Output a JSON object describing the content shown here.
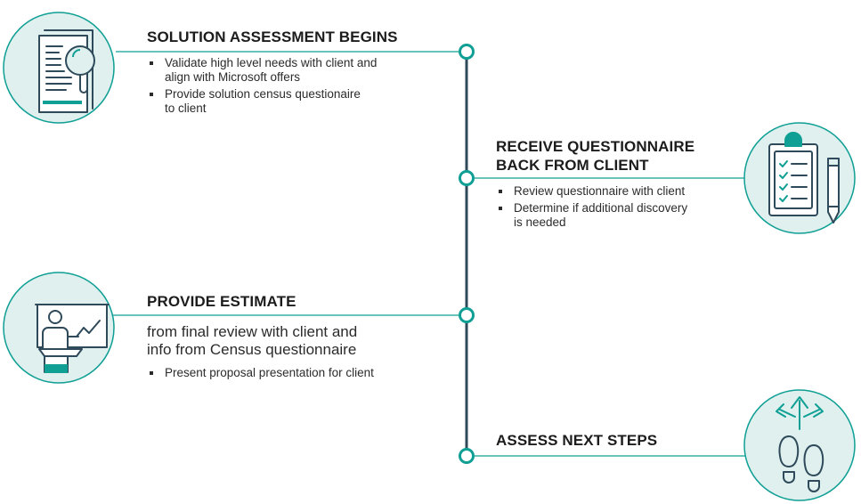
{
  "colors": {
    "teal": "#0f9f94",
    "teal_light": "#dff0ee",
    "ink": "#2f4a5a",
    "text": "#2b2b2b"
  },
  "steps": [
    {
      "title": "SOLUTION ASSESSMENT BEGINS",
      "icon": "document-search-icon",
      "bullets": [
        {
          "line1": "Validate high level needs with client and",
          "line2": "align with Microsoft offers"
        },
        {
          "line1": "Provide solution census questionaire",
          "line2": "to client"
        }
      ]
    },
    {
      "title_line1": "RECEIVE QUESTIONNAIRE",
      "title_line2": "BACK FROM CLIENT",
      "icon": "clipboard-checklist-icon",
      "bullets": [
        {
          "line1": "Review questionnaire with client",
          "line2": ""
        },
        {
          "line1": "Determine if additional discovery",
          "line2": "is needed"
        }
      ]
    },
    {
      "title": "PROVIDE ESTIMATE",
      "icon": "presentation-icon",
      "subtitle_line1": "from final review with client and",
      "subtitle_line2": "info from Census questionnaire",
      "bullets": [
        {
          "line1": "Present proposal presentation for client",
          "line2": ""
        }
      ]
    },
    {
      "title": "ASSESS NEXT STEPS",
      "icon": "footsteps-directions-icon",
      "bullets": []
    }
  ]
}
